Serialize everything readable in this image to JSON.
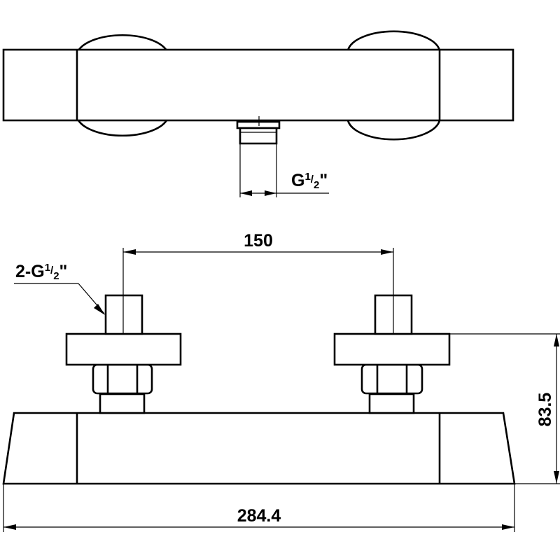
{
  "top_view": {
    "outlet_thread": {
      "prefix": "G",
      "numerator": "1",
      "slash": "/",
      "denominator": "2",
      "suffix": "\""
    }
  },
  "front_view": {
    "inlet_spacing": "150",
    "inlet_thread": {
      "prefix": "2-G",
      "numerator": "1",
      "slash": "/",
      "denominator": "2",
      "suffix": "\""
    },
    "height": "83.5",
    "overall_length": "284.4"
  }
}
